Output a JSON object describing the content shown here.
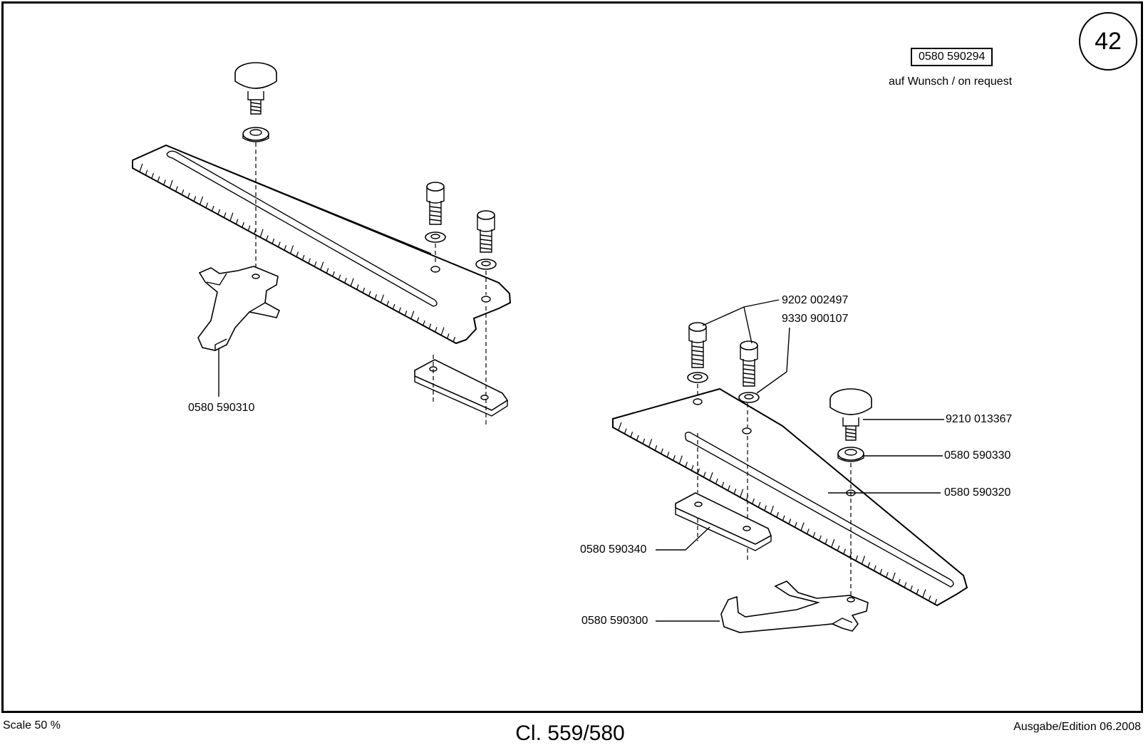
{
  "page_number": "42",
  "optional_part": {
    "number": "0580 590294",
    "note": "auf Wunsch / on request"
  },
  "callouts": {
    "screw": "9202 002497",
    "washer": "9330 900107",
    "thumb_screw": "9210 013367",
    "thumb_washer": "0580 590330",
    "guide_plate": "0580 590320",
    "spacer_block": "0580 590340",
    "edge_hook_right": "0580 590300",
    "edge_hook_left": "0580 590310"
  },
  "footer": {
    "scale": "Scale 50 %",
    "model": "Cl. 559/580",
    "edition": "Ausgabe/Edition 06.2008"
  }
}
